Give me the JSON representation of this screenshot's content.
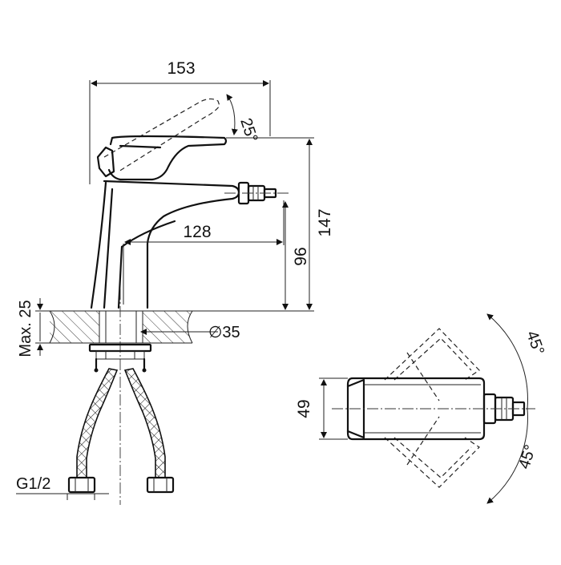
{
  "front_view": {
    "dim_overall_width": "153",
    "dim_lever_angle": "25°",
    "dim_overall_height": "147",
    "dim_spout_reach": "128",
    "dim_spout_height": "96",
    "dim_max_thickness": "Max. 25",
    "dim_hole_diameter": "∅35",
    "dim_thread": "G1/2"
  },
  "top_view": {
    "dim_body_width": "49",
    "dim_swivel_upper": "45°",
    "dim_swivel_lower": "45°"
  },
  "colors": {
    "line": "#111111",
    "background": "#ffffff"
  }
}
